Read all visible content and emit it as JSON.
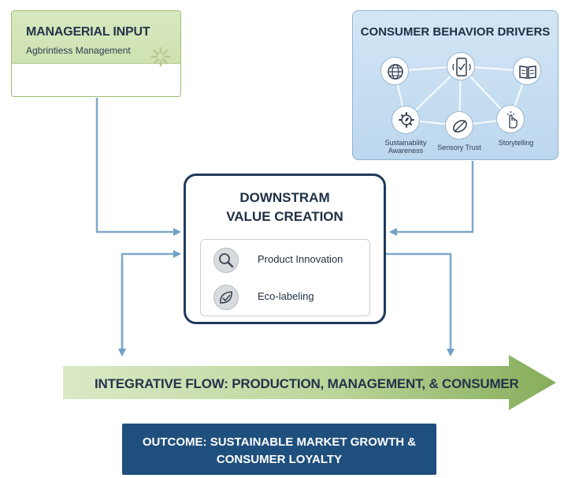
{
  "managerial_input": {
    "title": "MANAGERIAL INPUT",
    "subtitle": "Agbrintiess Management",
    "icon": "gear-icon"
  },
  "consumer_drivers": {
    "title": "CONSUMER BEHAVIOR DRIVERS",
    "icons": [
      "globe-icon",
      "smartphone-check-icon",
      "book-icon",
      "sustainability-icon",
      "leaf-sensor-icon",
      "touch-hand-icon"
    ],
    "labels": {
      "sustainability_line1": "Sustainability",
      "sustainability_line2": "Awareness",
      "sensory_trust": "Sensory Trust",
      "storytelling": "Storytelling"
    }
  },
  "center": {
    "title_line1": "DOWNSTRAM",
    "title_line2": "VALUE CREATION",
    "items": [
      {
        "label": "Product Innovation",
        "icon": "magnifier-icon"
      },
      {
        "label": "Eco-labeling",
        "icon": "eco-leaf-icon"
      }
    ]
  },
  "flow": {
    "label": "INTEGRATIVE FLOW: PRODUCTION, MANAGEMENT, & CONSUMER"
  },
  "outcome": {
    "line1": "OUTCOME: SUSTAINABLE MARKET GROWTH &",
    "line2": "CONSUMER LOYALTY"
  },
  "colors": {
    "green_header": "#d3e5b8",
    "blue_panel": "#c6def2",
    "center_border": "#1e3a5a",
    "arrow_blue": "#6f9fc4",
    "flow_green": "#93b868",
    "outcome_blue": "#1f4f7d"
  }
}
